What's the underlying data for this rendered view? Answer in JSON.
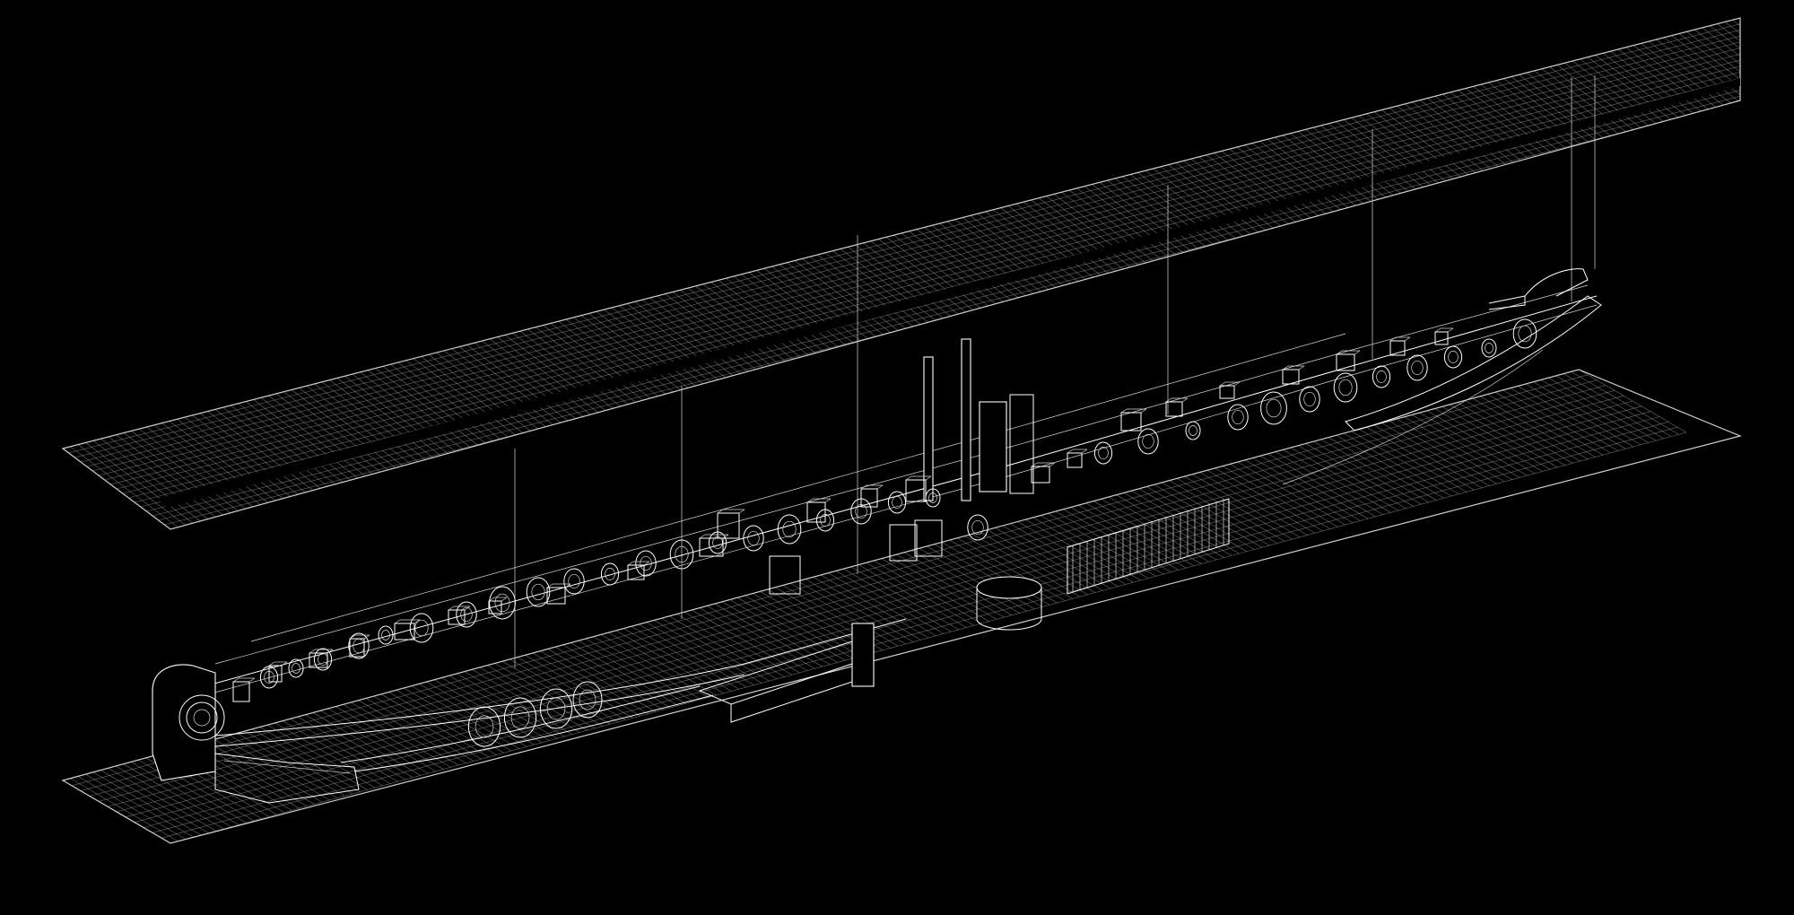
{
  "figure": {
    "kind": "exploded axonometric wireframe drawing",
    "background": "#000000",
    "line_color": "#ffffff",
    "grid_color": "#8c8c8c"
  },
  "planes": [
    {
      "name": "upper-grid-plane",
      "split": true
    },
    {
      "name": "lower-grid-plane",
      "split": false
    }
  ],
  "leader_lines": 7,
  "assembly": {
    "name": "vessel-hull-assembly",
    "components": [
      "hull",
      "deck-machinery",
      "wheels",
      "masts",
      "radiator-stack",
      "bow-housing",
      "stern-hull"
    ]
  }
}
